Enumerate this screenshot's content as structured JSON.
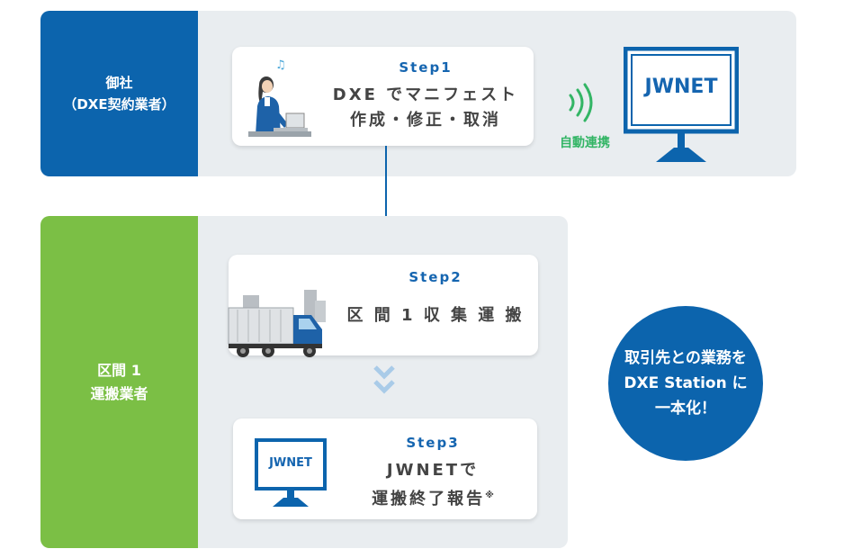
{
  "section1": {
    "label_line1": "御社",
    "label_line2": "（DXE契約業者）",
    "color": "#0c64ad"
  },
  "step1": {
    "title": "Step1",
    "line1": "DXE でマニフェスト",
    "line2": "作成・修正・取消"
  },
  "auto_link": {
    "label": "自動連携",
    "color": "#33b565"
  },
  "monitor_main": {
    "text": "JWNET"
  },
  "section2": {
    "label_line1": "区間 1",
    "label_line2": "運搬業者",
    "color": "#7bbf45"
  },
  "step2": {
    "title": "Step2",
    "line1": "区 間 1 収 集 運 搬"
  },
  "step3": {
    "title": "Step3",
    "line1": "JWNETで",
    "line2": "運搬終了報告",
    "note_mark": "※",
    "monitor_text": "JWNET"
  },
  "callout": {
    "line1": "取引先との業務を",
    "line2": "DXE Station に",
    "line3": "一本化！"
  }
}
